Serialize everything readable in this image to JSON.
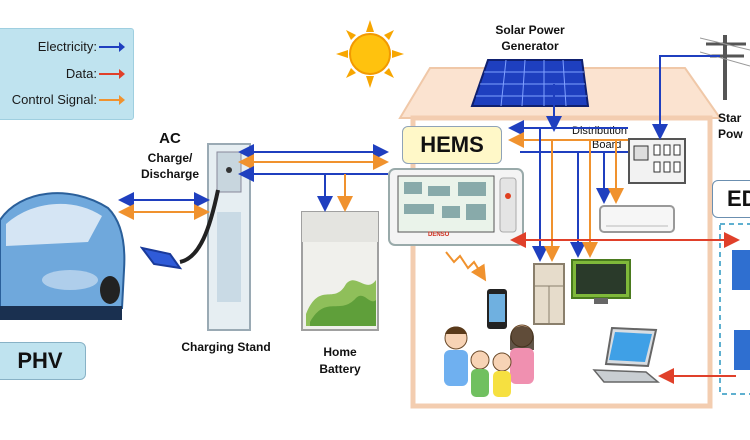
{
  "legend": {
    "electricity": "Electricity:",
    "data": "Data:",
    "control_signal": "Control Signal:"
  },
  "labels": {
    "solar_line1": "Solar Power",
    "solar_line2": "Generator",
    "ac": "AC",
    "charge_line1": "Charge/",
    "charge_line2": "Discharge",
    "hems": "HEMS",
    "distribution_line1": "Distribution",
    "distribution_line2": "Board",
    "standard_line1": "Star",
    "standard_line2": "Pow",
    "ed": "ED",
    "phv": "PHV",
    "charging_stand": "Charging Stand",
    "home_battery_line1": "Home",
    "home_battery_line2": "Battery",
    "brand": "DENSO"
  },
  "colors": {
    "electricity": "#1f3fbf",
    "data": "#e0402a",
    "control": "#f0922e",
    "legend_bg": "#bfe3ef",
    "hems_bg": "#fff8c8",
    "phv_bg": "#bfe3ef",
    "ed_bg": "#bfe3ef"
  }
}
